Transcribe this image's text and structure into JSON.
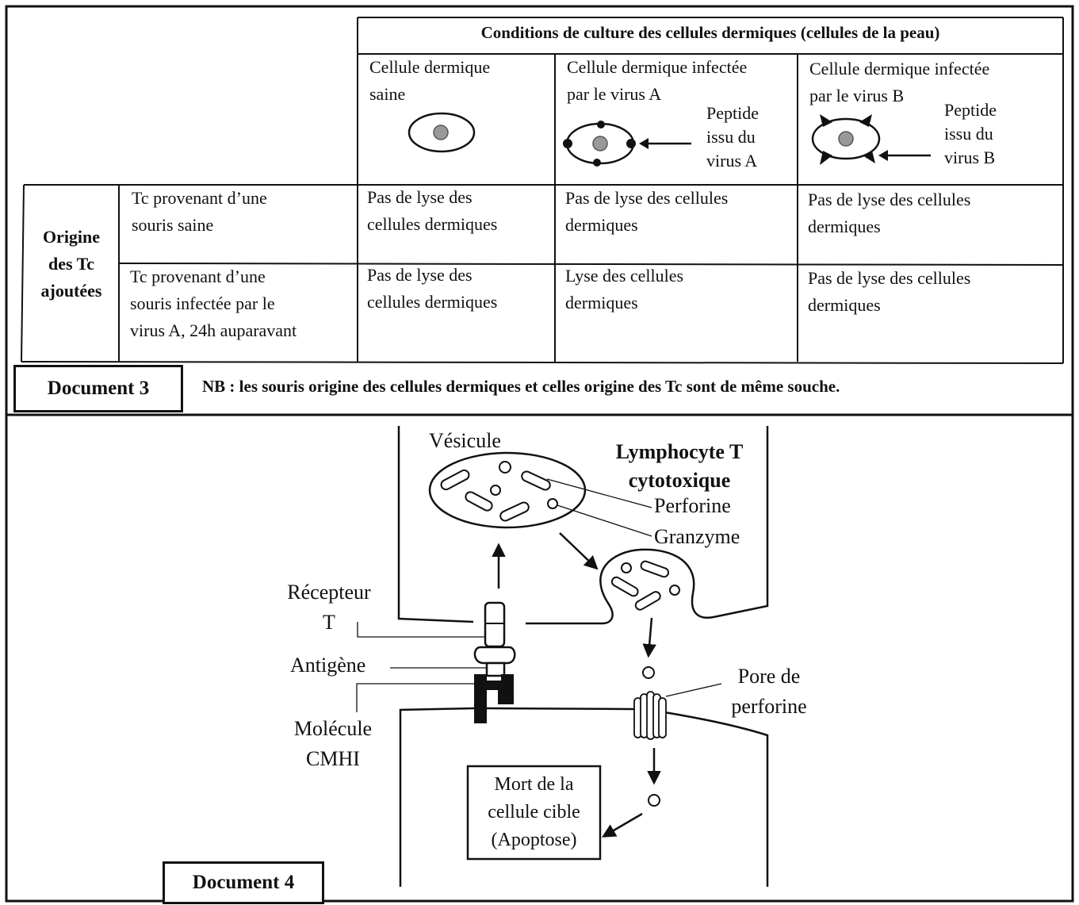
{
  "doc3": {
    "header": "Conditions de culture des cellules dermiques (cellules de la peau)",
    "columns": {
      "saine": [
        "Cellule dermique",
        "saine"
      ],
      "virusA": [
        "Cellule dermique infectée",
        "par le virus A"
      ],
      "virusB": [
        "Cellule dermique infectée",
        "par le virus B"
      ]
    },
    "peptide_a": [
      "Peptide",
      "issu du",
      "virus A"
    ],
    "peptide_b": [
      "Peptide",
      "issu du",
      "virus B"
    ],
    "row_header": [
      "Origine",
      "des Tc",
      "ajoutées"
    ],
    "rows": [
      {
        "label": [
          "Tc provenant d’une",
          "souris saine"
        ],
        "cells": [
          [
            "Pas de lyse des",
            "cellules dermiques"
          ],
          [
            "Pas de lyse des cellules",
            "dermiques"
          ],
          [
            "Pas de lyse des cellules",
            "dermiques"
          ]
        ]
      },
      {
        "label": [
          "Tc provenant d’une",
          "souris infectée par le",
          "virus A, 24h auparavant"
        ],
        "cells": [
          [
            "Pas de lyse des",
            "cellules dermiques"
          ],
          [
            "Lyse des cellules",
            "dermiques"
          ],
          [
            "Pas de lyse des cellules",
            "dermiques"
          ]
        ]
      }
    ],
    "document_label": "Document 3",
    "nb": "NB : les souris origine des cellules dermiques et celles origine des Tc sont de même souche."
  },
  "doc4": {
    "vesicule": "Vésicule",
    "lymphocyte": [
      "Lymphocyte T",
      "cytotoxique"
    ],
    "perforine": "Perforine",
    "granzyme": "Granzyme",
    "recepteur": [
      "Récepteur",
      "T"
    ],
    "antigene": "Antigène",
    "molecule": [
      "Molécule",
      "CMHI"
    ],
    "pore": [
      "Pore de",
      "perforine"
    ],
    "mort": [
      "Mort de la",
      "cellule cible",
      "(Apoptose)"
    ],
    "document_label": "Document 4"
  }
}
